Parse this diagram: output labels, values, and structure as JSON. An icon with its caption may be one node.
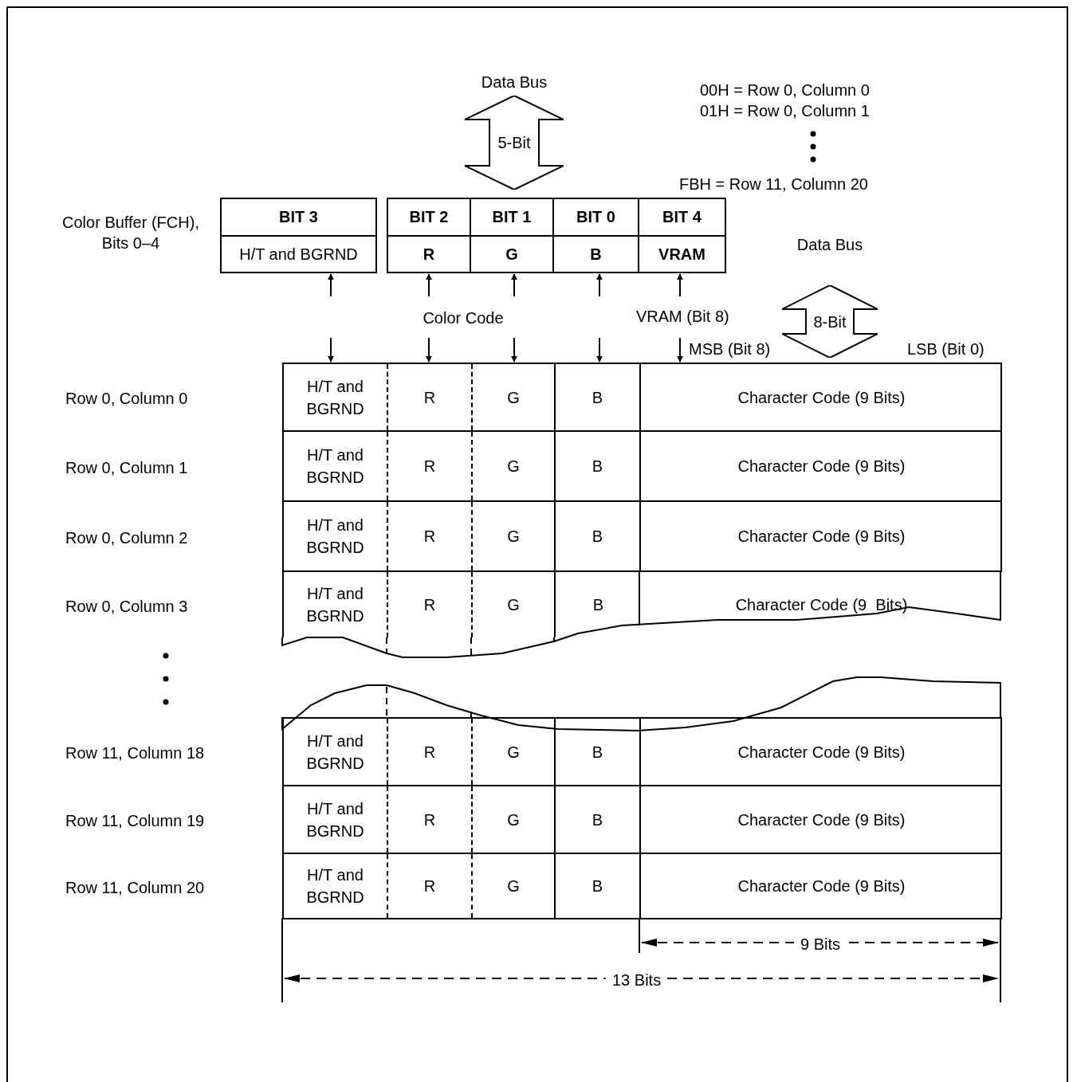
{
  "diagram": {
    "nodes": [
      {
        "text": [
          "Data Bus",
          "5-Bit"
        ]
      },
      {
        "text": [
          "BIT 3",
          "H/T and BGRND"
        ]
      },
      {
        "text": [
          "BIT 2",
          "R"
        ]
      },
      {
        "text": [
          "BIT 1",
          "G"
        ]
      },
      {
        "text": [
          "BIT 0",
          "B"
        ]
      },
      {
        "text": [
          "BIT 4",
          "VRAM"
        ]
      },
      {
        "text": [
          "Data Bus",
          "8-Bit"
        ]
      },
      {
        "text": [
          "H/T and BGRND",
          "R",
          "G",
          "B",
          "Character Code (9 Bits)"
        ]
      },
      {
        "text": [
          "H/T and BGRND",
          "R",
          "G",
          "B",
          "Character Code (9 Bits)"
        ]
      },
      {
        "text": [
          "H/T and BGRND",
          "R",
          "G",
          "B",
          "Character Code (9 Bits)"
        ]
      },
      {
        "text": [
          "H/T and BGRND",
          "R",
          "G",
          "B",
          "Character Code (9  Bits)"
        ]
      },
      {
        "text": [
          "H/T and BGRND",
          "R",
          "G",
          "B",
          "Character Code (9 Bits)"
        ]
      },
      {
        "text": [
          "H/T and BGRND",
          "R",
          "G",
          "B",
          "Character Code (9 Bits)"
        ]
      },
      {
        "text": [
          "H/T and BGRND",
          "R",
          "G",
          "B",
          "Character Code (9 Bits)"
        ]
      }
    ],
    "edges": [
      {
        "from": null,
        "to": 1,
        "arrow": "to"
      },
      {
        "from": null,
        "to": 2,
        "arrow": "to"
      },
      {
        "from": null,
        "to": 3,
        "arrow": "to"
      },
      {
        "from": null,
        "to": 4,
        "arrow": "to"
      },
      {
        "from": null,
        "to": 5,
        "arrow": "to"
      },
      {
        "from": null,
        "to": 7,
        "arrow": "to"
      },
      {
        "from": null,
        "to": 7,
        "arrow": "to"
      },
      {
        "from": null,
        "to": 7,
        "arrow": "to"
      },
      {
        "from": null,
        "to": 7,
        "arrow": "to"
      },
      {
        "from": null,
        "to": 7,
        "arrow": "to"
      }
    ],
    "labels": [
      "00H = Row 0, Column 0",
      "01H = Row 0, Column 1",
      "FBH = Row 11, Column 20",
      "Color Buffer (FCH), Bits 0–4",
      "Color Code",
      "VRAM (Bit 8)",
      "MSB (Bit 8)",
      "LSB (Bit 0)",
      "Row 0, Column 0",
      "Row 0, Column 1",
      "Row 0, Column 2",
      "Row 0, Column 3",
      "Row 11, Column 18",
      "Row 11, Column 19",
      "Row 11, Column 20",
      "9 Bits",
      "13 Bits"
    ]
  }
}
